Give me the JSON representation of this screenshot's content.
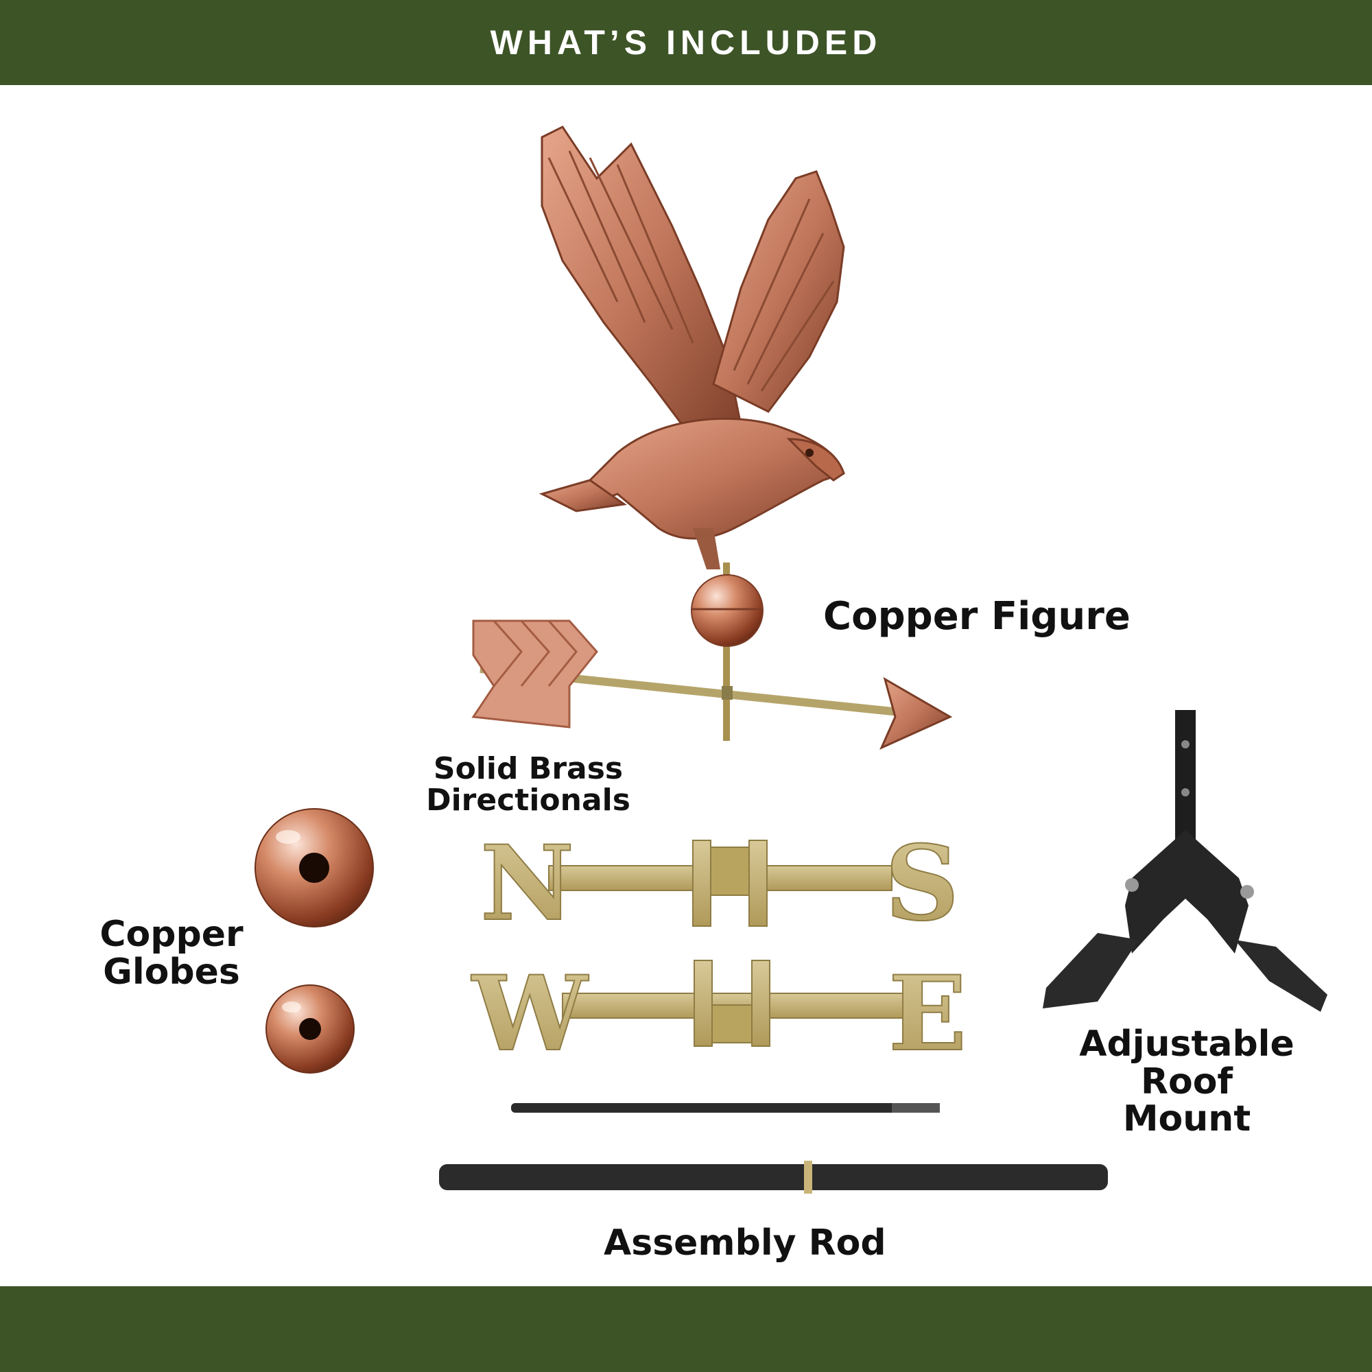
{
  "header": {
    "title": "WHAT’S INCLUDED"
  },
  "labels": {
    "copper_figure": "Copper Figure",
    "brass_line1": "Solid Brass",
    "brass_line2": "Directionals",
    "globes_line1": "Copper",
    "globes_line2": "Globes",
    "mount_line1": "Adjustable",
    "mount_line2": "Roof",
    "mount_line3": "Mount",
    "rod": "Assembly Rod"
  },
  "directionals": {
    "n": "N",
    "s": "S",
    "w": "W",
    "e": "E"
  },
  "icons": {
    "eagle": "eagle-weathervane-icon",
    "arrow": "arrow-icon",
    "globe": "copper-globe-icon",
    "mount": "roof-mount-icon",
    "rod": "assembly-rod-icon"
  },
  "colors": {
    "banner": "#3d5427",
    "copper": "#c0765a",
    "brass": "#c9b57a",
    "rod": "#2b2b2b"
  }
}
